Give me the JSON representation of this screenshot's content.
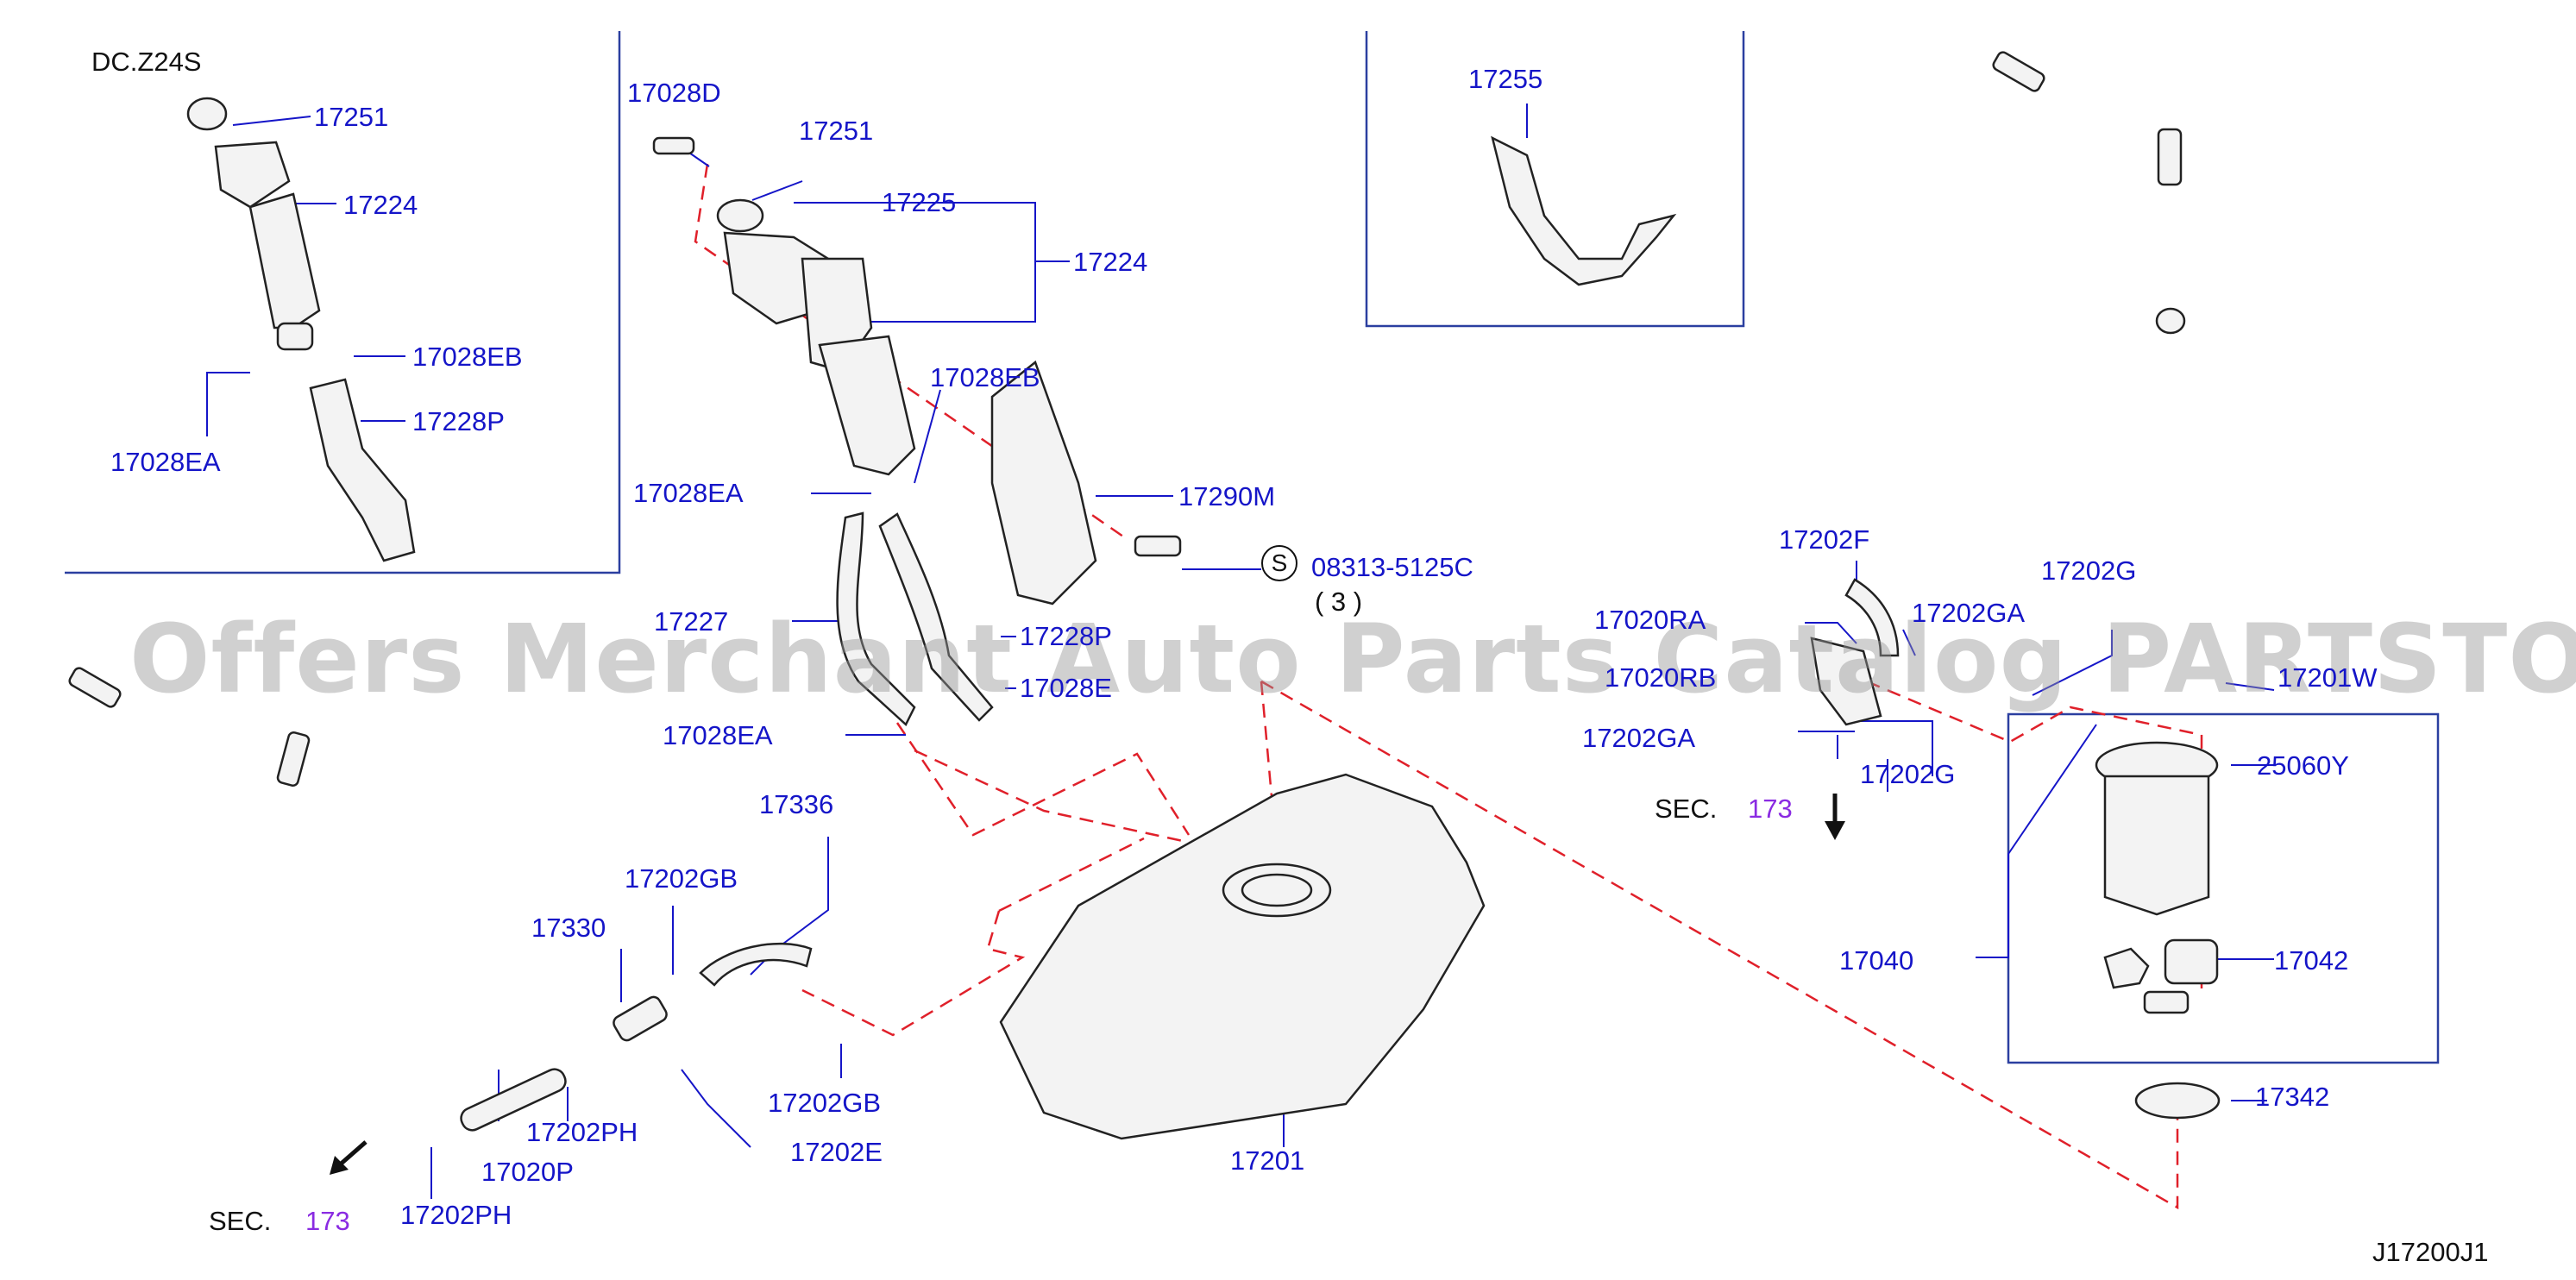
{
  "diagram": {
    "variant_label": "DC.Z24S",
    "diagram_code": "J17200J1",
    "watermark": "Offers Merchant Auto Parts Catalog PARTSTORE.SA",
    "service_symbol": "S",
    "service_part": "08313-5125C",
    "service_qty": "( 3 )",
    "sec_label": "SEC.",
    "sec_ref": "173",
    "colors": {
      "label": "#1515c8",
      "leader": "#1515c8",
      "dashed": "#e0202a",
      "section_ref": "#8a2be2"
    },
    "labels": {
      "p17251_a": "17251",
      "p17224_a": "17224",
      "p17028EB_a": "17028EB",
      "p17228P_a": "17228P",
      "p17028EA_a": "17028EA",
      "p17028D": "17028D",
      "p17251_b": "17251",
      "p17225": "17225",
      "p17224_b": "17224",
      "p17028EB_b": "17028EB",
      "p17028EA_b": "17028EA",
      "p17290M": "17290M",
      "p17227": "17227",
      "p17228P_b": "17228P",
      "p17028E": "17028E",
      "p17028EA_c": "17028EA",
      "p17336": "17336",
      "p17202GB_a": "17202GB",
      "p17330": "17330",
      "p17202GB_b": "17202GB",
      "p17202E": "17202E",
      "p17202PH_a": "17202PH",
      "p17020P": "17020P",
      "p17202PH_b": "17202PH",
      "p17201": "17201",
      "p17255": "17255",
      "p17202F": "17202F",
      "p17020RA": "17020RA",
      "p17202GA_a": "17202GA",
      "p17202G_a": "17202G",
      "p17020RB": "17020RB",
      "p17201W": "17201W",
      "p17202GA_b": "17202GA",
      "p17202G_b": "17202G",
      "p25060Y": "25060Y",
      "p17040": "17040",
      "p17042": "17042",
      "p17342": "17342"
    }
  }
}
